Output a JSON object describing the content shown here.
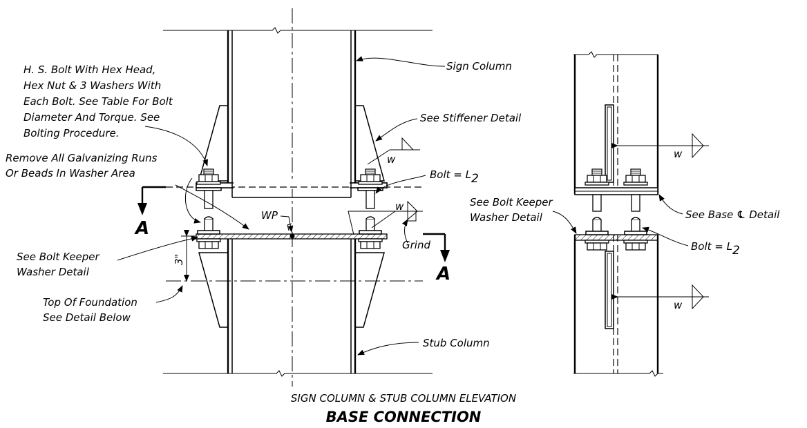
{
  "notes": {
    "hs_bolt": [
      "H. S. Bolt With Hex Head,",
      "Hex Nut & 3 Washers With",
      "Each Bolt.  See Table For Bolt",
      "Diameter And Torque.  See",
      "Bolting Procedure."
    ],
    "remove_galv": [
      "Remove All Galvanizing Runs",
      "Or Beads In Washer Area"
    ],
    "bolt_keeper_left": [
      "See Bolt Keeper",
      "Washer Detail"
    ],
    "top_foundation": [
      "Top Of Foundation",
      "See Detail Below"
    ],
    "sign_column": "Sign Column",
    "stiffener": "See Stiffener Detail",
    "bolt_l2_left": "Bolt = L",
    "bolt_l2_left_sub": "2",
    "wp": "WP",
    "grind": "Grind",
    "stub_column": "Stub Column",
    "bolt_keeper_right": [
      "See Bolt Keeper",
      "Washer Detail"
    ],
    "base_plate": "See Base ℄ Detail",
    "bolt_l2_right": "Bolt = L",
    "bolt_l2_right_sub": "2",
    "dim_3": "3\"",
    "weld_w": "w",
    "section_a": "A"
  },
  "captions": {
    "elevation": "SIGN COLUMN & STUB COLUMN ELEVATION",
    "connection": "BASE CONNECTION"
  }
}
